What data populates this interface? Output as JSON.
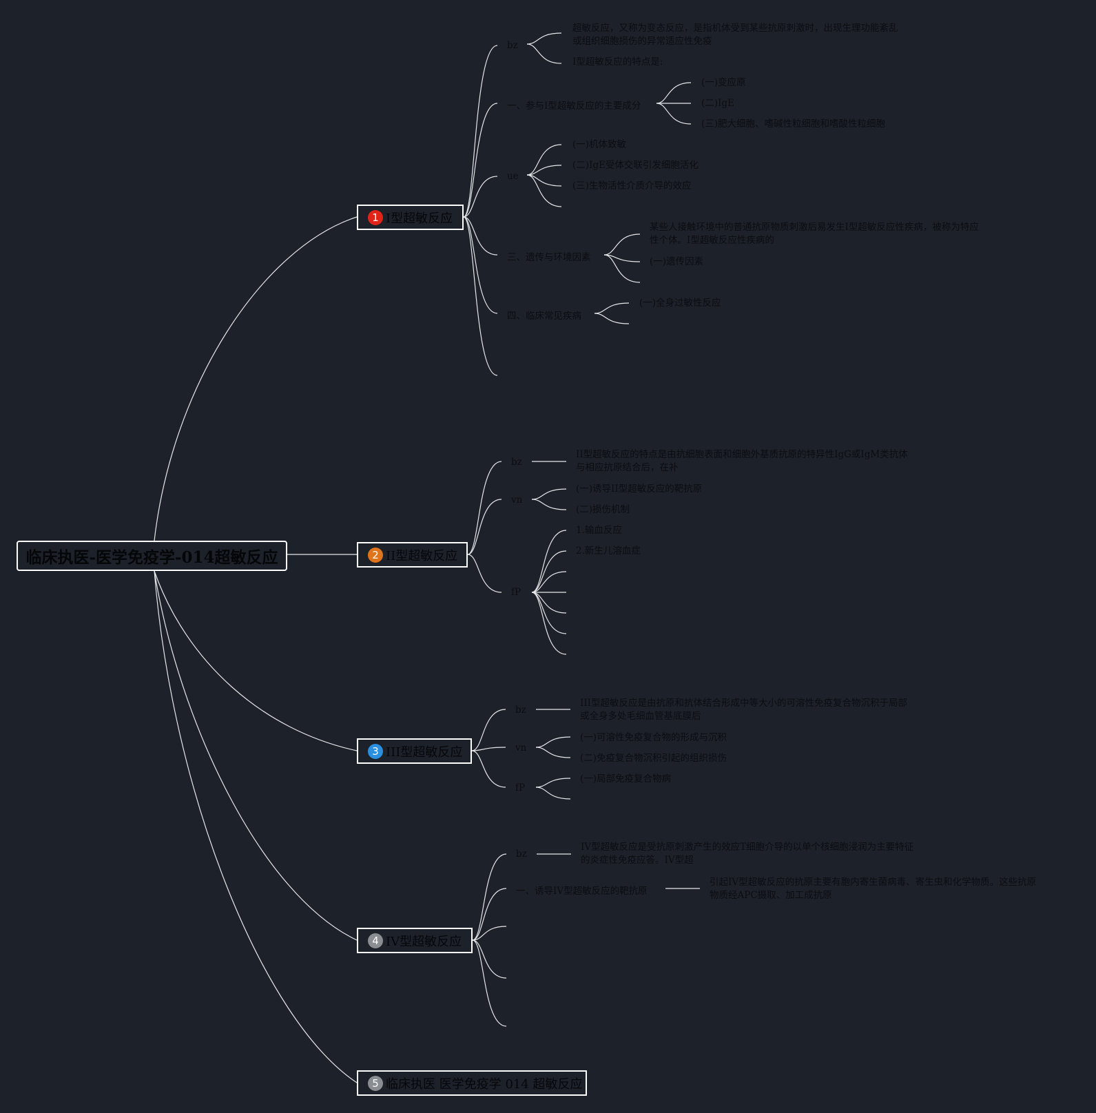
{
  "root": {
    "label": "临床执医-医学免疫学-014超敏反应"
  },
  "topics": [
    {
      "number": "1",
      "badge_color": "#e0241a",
      "label": "I型超敏反应",
      "children": [
        {
          "label": "bz",
          "children": [
            {
              "label": "超敏反应，又称为变态反应，是指机体受到某些抗原刺激时，出现生理功能紊乱",
              "label2": "或组织细胞损伤的异常适应性免疫"
            },
            {
              "label": "I型超敏反应的特点是:"
            }
          ]
        },
        {
          "label": "一、参与I型超敏反应的主要成分",
          "children": [
            {
              "label": "(一)变应原"
            },
            {
              "label": "(二)IgE"
            },
            {
              "label": "(三)肥大细胞、嗜碱性粒细胞和嗜酸性粒细胞"
            }
          ]
        },
        {
          "label": "ue",
          "children": [
            {
              "label": "(一)机体致敏"
            },
            {
              "label": "(二)IgE受体交联引发细胞活化"
            },
            {
              "label": "(三)生物活性介质介导的效应"
            },
            {
              "label": ""
            }
          ]
        },
        {
          "label": "三、遗传与环境因素",
          "children": [
            {
              "label": "某些人接触环境中的普通抗原物质刺激后易发生I型超敏反应性疾病，被称为特应",
              "label2": "性个体。I型超敏反应性疾病的"
            },
            {
              "label": "(一)遗传因素"
            },
            {
              "label": ""
            }
          ]
        },
        {
          "label": "四、临床常见疾病",
          "children": [
            {
              "label": "(一)全身过敏性反应"
            },
            {
              "label": ""
            }
          ]
        },
        {
          "label": ""
        }
      ]
    },
    {
      "number": "2",
      "badge_color": "#e0741a",
      "label": "II型超敏反应",
      "children": [
        {
          "label": "bz",
          "children": [
            {
              "label": "II型超敏反应的特点是由抗细胞表面和细胞外基质抗原的特异性IgG或IgM类抗体",
              "label2": "与相应抗原结合后，在补"
            }
          ]
        },
        {
          "label": "vn",
          "children": [
            {
              "label": "(一)诱导II型超敏反应的靶抗原"
            },
            {
              "label": "(二)损伤机制"
            }
          ]
        },
        {
          "label": "fP",
          "children": [
            {
              "label": "1.输血反应"
            },
            {
              "label": "2.新生儿溶血症"
            },
            {
              "label": ""
            },
            {
              "label": ""
            },
            {
              "label": ""
            },
            {
              "label": ""
            },
            {
              "label": ""
            }
          ]
        }
      ]
    },
    {
      "number": "3",
      "badge_color": "#2b8fe0",
      "label": "III型超敏反应",
      "children": [
        {
          "label": "bz",
          "children": [
            {
              "label": "III型超敏反应是由抗原和抗体结合形成中等大小的可溶性免疫复合物沉积于局部",
              "label2": "或全身多处毛细血管基底膜后"
            }
          ]
        },
        {
          "label": "vn",
          "children": [
            {
              "label": "(一)可溶性免疫复合物的形成与沉积"
            },
            {
              "label": "(二)免疫复合物沉积引起的组织损伤"
            }
          ]
        },
        {
          "label": "fP",
          "children": [
            {
              "label": "(一)局部免疫复合物病"
            },
            {
              "label": ""
            }
          ]
        }
      ]
    },
    {
      "number": "4",
      "badge_color": "#8a8d92",
      "label": "IV型超敏反应",
      "children": [
        {
          "label": "bz",
          "children": [
            {
              "label": "IV型超敏反应是受抗原刺激产生的效应T细胞介导的以单个核细胞浸润为主要特征",
              "label2": "的炎症性免疫应答。IV型超"
            }
          ]
        },
        {
          "label": "一、诱导IV型超敏反应的靶抗原",
          "children": [
            {
              "label": "引起IV型超敏反应的抗原主要有胞内寄生菌病毒、寄生虫和化学物质。这些抗原",
              "label2": "物质经APC摄取、加工成抗原"
            }
          ]
        },
        {
          "label": ""
        },
        {
          "label": ""
        },
        {
          "label": ""
        }
      ]
    },
    {
      "number": "5",
      "badge_color": "#8a8d92",
      "label": "临床执医 医学免疫学 014 超敏反应",
      "children": []
    }
  ]
}
